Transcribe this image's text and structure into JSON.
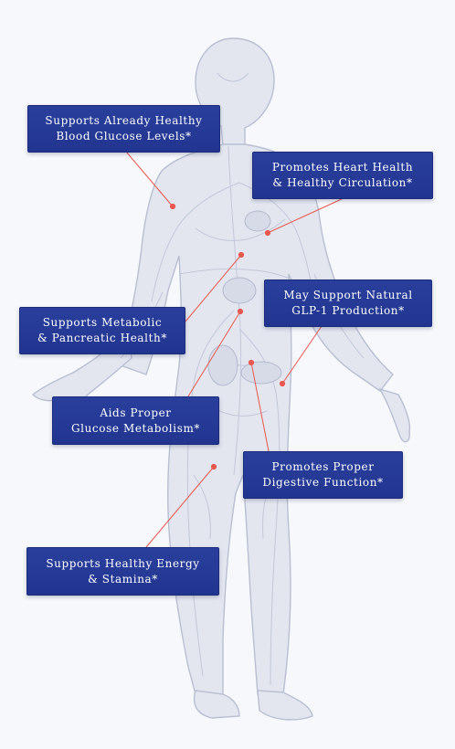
{
  "callouts": [
    {
      "id": "glucose-levels",
      "line1": "Supports Already Healthy",
      "line2": "Blood Glucose Levels*"
    },
    {
      "id": "heart-health",
      "line1": "Promotes Heart Health",
      "line2": "& Healthy Circulation*"
    },
    {
      "id": "glp1",
      "line1": "May Support Natural",
      "line2": "GLP-1 Production*"
    },
    {
      "id": "metabolic",
      "line1": "Supports Metabolic",
      "line2": "& Pancreatic Health*"
    },
    {
      "id": "glucose-metabolism",
      "line1": "Aids Proper",
      "line2": "Glucose Metabolism*"
    },
    {
      "id": "digestive",
      "line1": "Promotes Proper",
      "line2": "Digestive Function*"
    },
    {
      "id": "energy",
      "line1": "Supports Healthy Energy",
      "line2": "& Stamina*"
    }
  ],
  "colors": {
    "callout_bg": "#2a3f9c",
    "callout_text": "#ffffff",
    "leader_line": "#e8584f",
    "figure_stroke": "#b8bfd3"
  }
}
